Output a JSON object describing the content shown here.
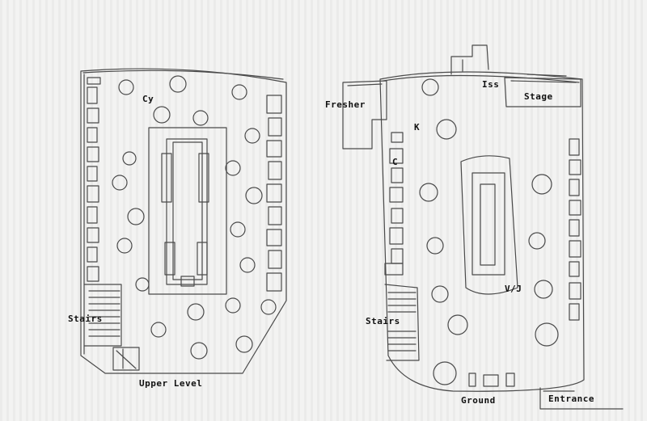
{
  "labels": {
    "cy": "Cy",
    "stairs_upper": "Stairs",
    "upper_level": "Upper Level",
    "fresher": "Fresher",
    "k": "K",
    "c": "C",
    "iss": "Iss",
    "stage": "Stage",
    "vj": "V/J",
    "stairs_ground": "Stairs",
    "ground": "Ground",
    "entrance": "Entrance"
  },
  "colors": {
    "paper": "#f3f3f2",
    "pencil": "#4a4a4a",
    "ink": "#111111"
  }
}
